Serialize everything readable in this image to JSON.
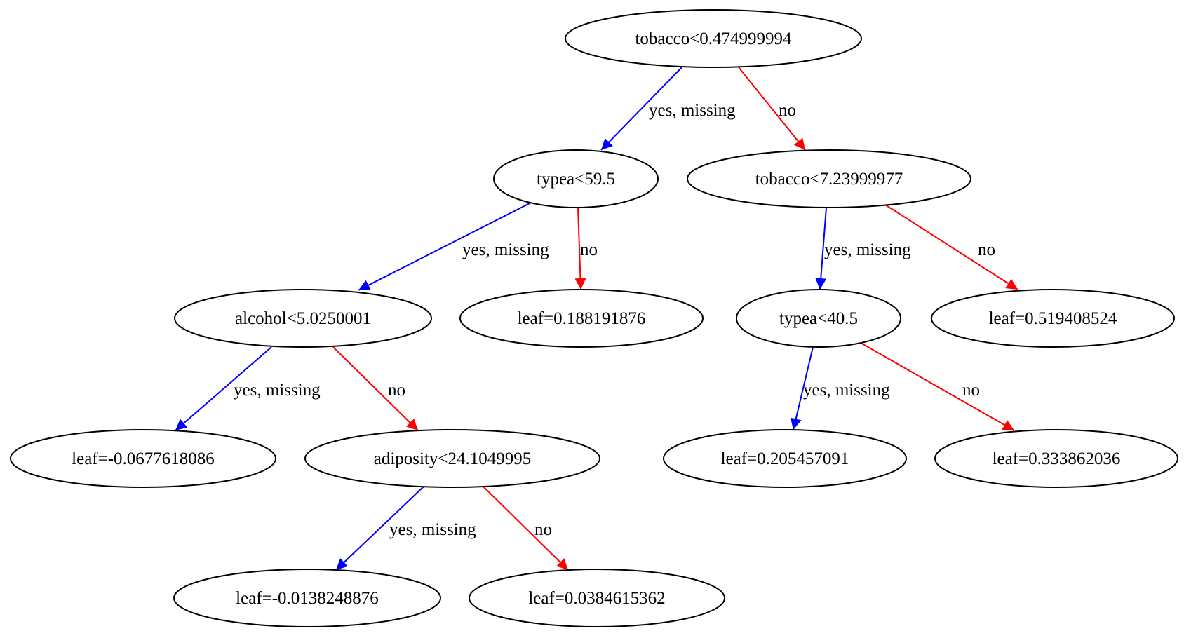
{
  "diagram": {
    "type": "decision-tree",
    "colors": {
      "yes_edge": "#0000ff",
      "no_edge": "#ff0000",
      "node_stroke": "#000000",
      "background": "#ffffff"
    },
    "nodes": [
      {
        "id": "n0",
        "label": "tobacco<0.474999994"
      },
      {
        "id": "n1",
        "label": "typea<59.5"
      },
      {
        "id": "n2",
        "label": "tobacco<7.23999977"
      },
      {
        "id": "n3",
        "label": "alcohol<5.0250001"
      },
      {
        "id": "n4",
        "label": "leaf=0.188191876"
      },
      {
        "id": "n5",
        "label": "typea<40.5"
      },
      {
        "id": "n6",
        "label": "leaf=0.519408524"
      },
      {
        "id": "n7",
        "label": "leaf=-0.0677618086"
      },
      {
        "id": "n8",
        "label": "adiposity<24.1049995"
      },
      {
        "id": "n9",
        "label": "leaf=0.205457091"
      },
      {
        "id": "n10",
        "label": "leaf=0.333862036"
      },
      {
        "id": "n11",
        "label": "leaf=-0.0138248876"
      },
      {
        "id": "n12",
        "label": "leaf=0.0384615362"
      }
    ],
    "edges": [
      {
        "id": "e0",
        "from": "n0",
        "to": "n1",
        "label": "yes, missing",
        "kind": "yes"
      },
      {
        "id": "e1",
        "from": "n0",
        "to": "n2",
        "label": "no",
        "kind": "no"
      },
      {
        "id": "e2",
        "from": "n1",
        "to": "n3",
        "label": "yes, missing",
        "kind": "yes"
      },
      {
        "id": "e3",
        "from": "n1",
        "to": "n4",
        "label": "no",
        "kind": "no"
      },
      {
        "id": "e4",
        "from": "n2",
        "to": "n5",
        "label": "yes, missing",
        "kind": "yes"
      },
      {
        "id": "e5",
        "from": "n2",
        "to": "n6",
        "label": "no",
        "kind": "no"
      },
      {
        "id": "e6",
        "from": "n3",
        "to": "n7",
        "label": "yes, missing",
        "kind": "yes"
      },
      {
        "id": "e7",
        "from": "n3",
        "to": "n8",
        "label": "no",
        "kind": "no"
      },
      {
        "id": "e8",
        "from": "n5",
        "to": "n9",
        "label": "yes, missing",
        "kind": "yes"
      },
      {
        "id": "e9",
        "from": "n5",
        "to": "n10",
        "label": "no",
        "kind": "no"
      },
      {
        "id": "e10",
        "from": "n8",
        "to": "n11",
        "label": "yes, missing",
        "kind": "yes"
      },
      {
        "id": "e11",
        "from": "n8",
        "to": "n12",
        "label": "no",
        "kind": "no"
      }
    ]
  }
}
